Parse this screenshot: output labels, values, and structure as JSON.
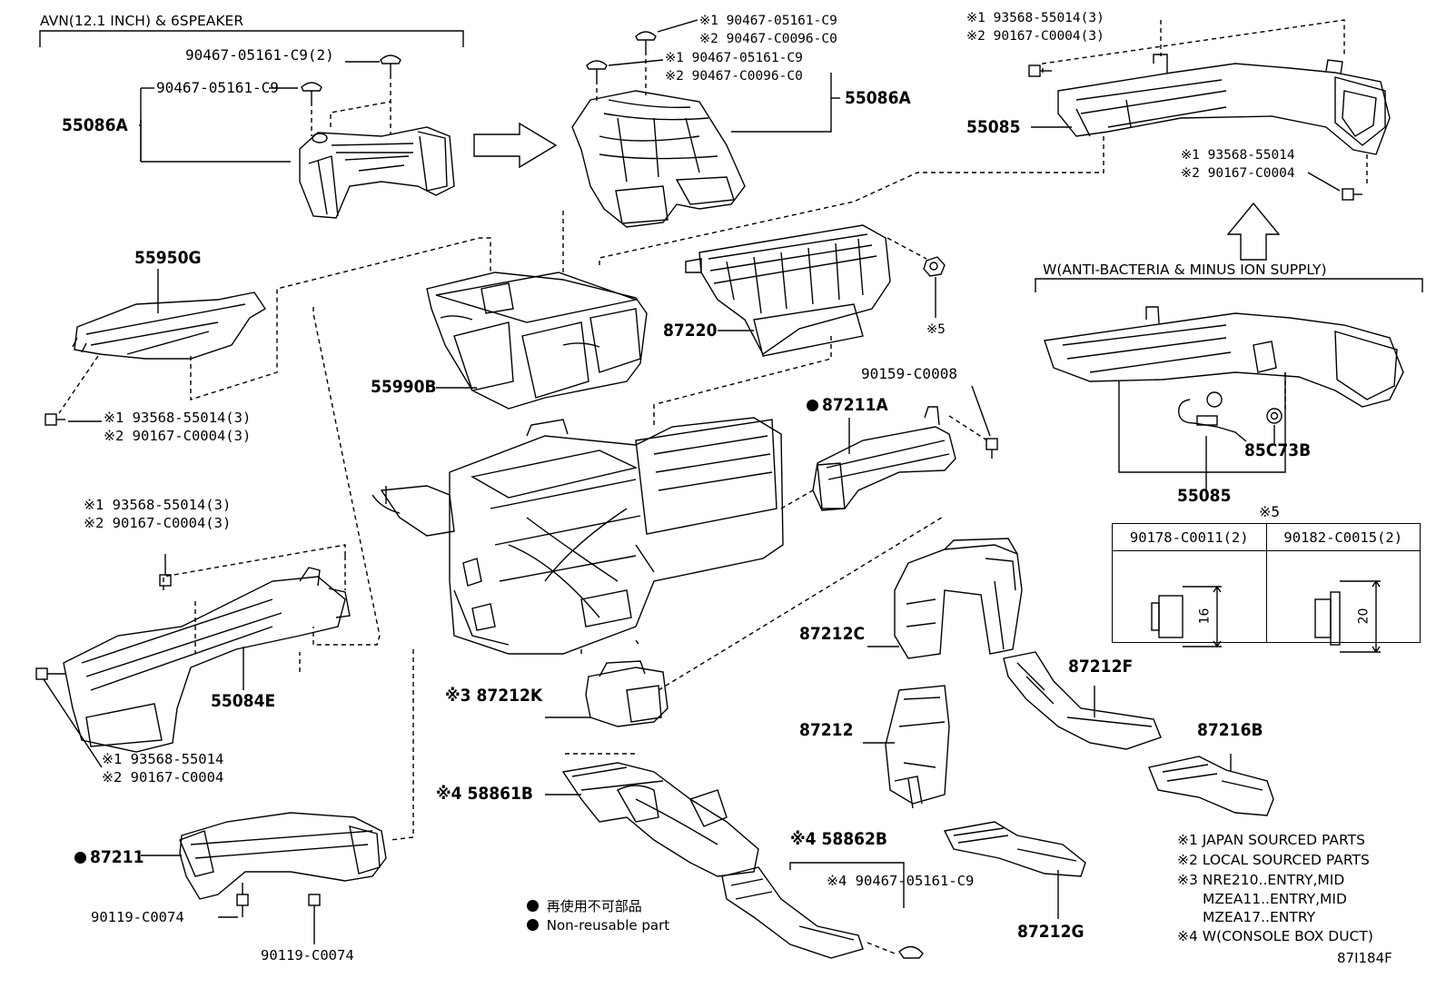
{
  "header": {
    "avn_group": "AVN(12.1 INCH) & 6SPEAKER",
    "w_group": "W(ANTI-BACTERIA & MINUS ION SUPPLY)",
    "note5_mark": "※5",
    "figure_id": "87I184F"
  },
  "callouts": {
    "c_90467_05161_c9_2": "90467-05161-C9(2)",
    "c_90467_05161_c9_a": "90467-05161-C9",
    "c_55086a_left": "55086A",
    "c_top_s1_a": "※1 90467-05161-C9",
    "c_top_s2_a": "※2 90467-C0096-C0",
    "c_top_s1_b": "※1 90467-05161-C9",
    "c_top_s2_b": "※2 90467-C0096-C0",
    "c_55086a_right": "55086A",
    "c_tr_s1": "※1 93568-55014(3)",
    "c_tr_s2": "※2 90167-C0004(3)",
    "c_55085_top": "55085",
    "c_tr2_s1": "※1 93568-55014",
    "c_tr2_s2": "※2 90167-C0004",
    "c_55950g": "55950G",
    "c_87220": "87220",
    "c_s5": "※5",
    "c_55990b": "55990B",
    "c_l_s1": "※1 93568-55014(3)",
    "c_l_s2": "※2 90167-C0004(3)",
    "c_90159": "90159-C0008",
    "c_87211a": "87211A",
    "c_55085_bottom": "55085",
    "c_85c73b": "85C73B",
    "c_ml_s1": "※1 93568-55014(3)",
    "c_ml_s2": "※2 90167-C0004(3)",
    "c_55084e": "55084E",
    "c_87212c": "87212C",
    "c_87212k": "※3 87212K",
    "c_87212f": "87212F",
    "c_87212": "87212",
    "c_87216b": "87216B",
    "c_bl_s1": "※1 93568-55014",
    "c_bl_s2": "※2 90167-C0004",
    "c_58861b": "※4 58861B",
    "c_87211": "87211",
    "c_58862b": "※4 58862B",
    "c_90467_bottom": "※4 90467-05161-C9",
    "c_90119_a": "90119-C0074",
    "c_90119_b": "90119-C0074",
    "c_87212g": "87212G"
  },
  "fastener_table": {
    "col1_header": "90178-C0011(2)",
    "col2_header": "90182-C0015(2)",
    "col1_dim": "16",
    "col2_dim": "20"
  },
  "legend_reuse": {
    "jp": "再使用不可部品",
    "en": "Non-reusable part"
  },
  "notes": {
    "n1": "※1 JAPAN SOURCED PARTS",
    "n2": "※2 LOCAL SOURCED PARTS",
    "n3a": "※3 NRE210..ENTRY,MID",
    "n3b": "MZEA11..ENTRY,MID",
    "n3c": "MZEA17..ENTRY",
    "n4": "※4 W(CONSOLE BOX DUCT)"
  }
}
